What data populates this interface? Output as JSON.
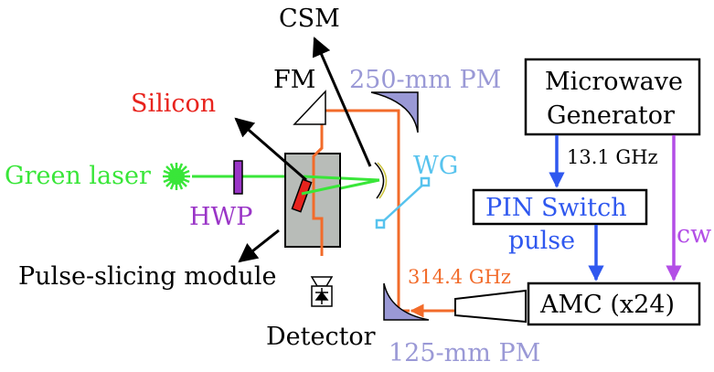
{
  "colors": {
    "black": "#000000",
    "laser": "#39e639",
    "silicon": "#e8231d",
    "thz": "#f26b2a",
    "pm": "#9a99d6",
    "wg": "#57c3ee",
    "hwp": "#9a35c7",
    "pin": "#2f58ef",
    "cw": "#b34ee6",
    "module_fill": "#b8bcb8"
  },
  "labels": {
    "csm": "CSM",
    "fm": "FM",
    "pm250": "250-mm PM",
    "silicon": "Silicon",
    "green_laser": "Green laser",
    "hwp": "HWP",
    "wg": "WG",
    "pulse_slicing": "Pulse-slicing module",
    "detector": "Detector",
    "pm125": "125-mm PM",
    "freq_thz": "314.4 GHz",
    "microwave_line1": "Microwave",
    "microwave_line2": "Generator",
    "freq_mw": "13.1 GHz",
    "pin_switch": "PIN Switch",
    "pulse": "pulse",
    "cw": "cw",
    "amc": "AMC (x24)"
  }
}
